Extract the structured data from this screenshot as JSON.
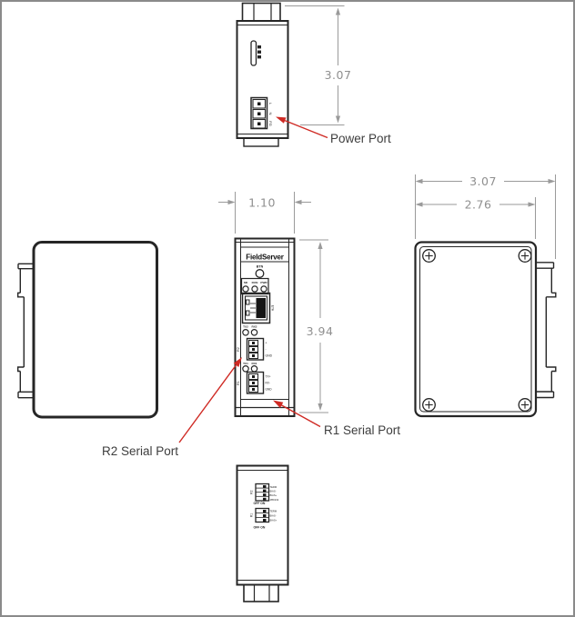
{
  "colors": {
    "background": "#ffffff",
    "page_border": "#8a8a8a",
    "line": "#262626",
    "dimension": "#8f8f8f",
    "annotation_text": "#3d3d3d",
    "arrow": "#cf2a24"
  },
  "annotations": {
    "power_port": "Power Port",
    "r2_serial_port": "R2 Serial Port",
    "r1_serial_port": "R1 Serial Port"
  },
  "dimensions": {
    "top_height": "3.07",
    "front_width": "1.10",
    "front_height": "3.94",
    "side_outer_width": "3.07",
    "side_inner_width": "2.76"
  },
  "top_view": {
    "power_pins": [
      "L",
      "N",
      "FG"
    ]
  },
  "front_view": {
    "brand": "FieldServer",
    "button_label": "BTN",
    "led_labels": [
      "SD",
      "RUN",
      "PWR"
    ],
    "ethernet_label": "ETH",
    "r2_port": {
      "name": "R2",
      "led_tx": "TX2",
      "led_rx": "RX2",
      "pins": [
        "+",
        "-",
        "GND"
      ]
    },
    "r1_port": {
      "name": "R1",
      "led_tx": "TX1",
      "led_rx": "RX1",
      "pins": [
        "TX+",
        "RX-",
        "GND"
      ]
    }
  },
  "bottom_view": {
    "dip_bank_top": {
      "name": "R2",
      "switches": [
        "TERM",
        "BIAS-",
        "BIAS+",
        "485/232"
      ],
      "state_label": "OFF ON"
    },
    "dip_bank_bottom": {
      "name": "R1",
      "switches": [
        "TERM",
        "BIAS-",
        "BIAS+"
      ],
      "state_label": "OFF ON"
    }
  }
}
